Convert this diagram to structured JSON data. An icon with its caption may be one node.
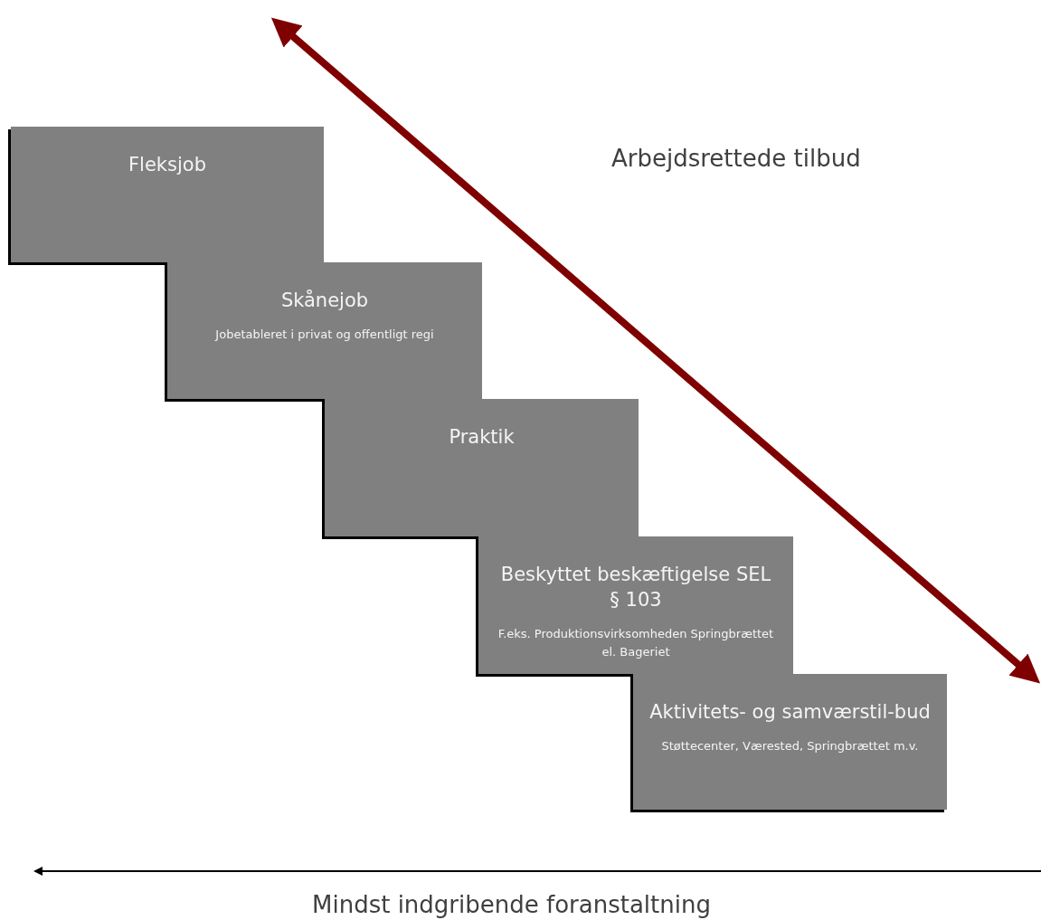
{
  "diagram": {
    "nodes": [
      {
        "text": [
          "Fleksjob"
        ]
      },
      {
        "text": [
          "Skånejob",
          "Jobetableret i privat og offentligt regi"
        ]
      },
      {
        "text": [
          "Praktik"
        ]
      },
      {
        "text": [
          "Beskyttet beskæftigelse SEL § 103",
          "F.eks. Produktionsvirksomheden Springbrættet el. Bageriet"
        ]
      },
      {
        "text": [
          "Aktivitets- og samværstil-bud",
          "Støttecenter, Værested, Springbrættet m.v."
        ]
      }
    ],
    "edges": [],
    "labels": [
      "Arbejdsrettede tilbud",
      "Mindst indgribende foranstaltning"
    ]
  }
}
